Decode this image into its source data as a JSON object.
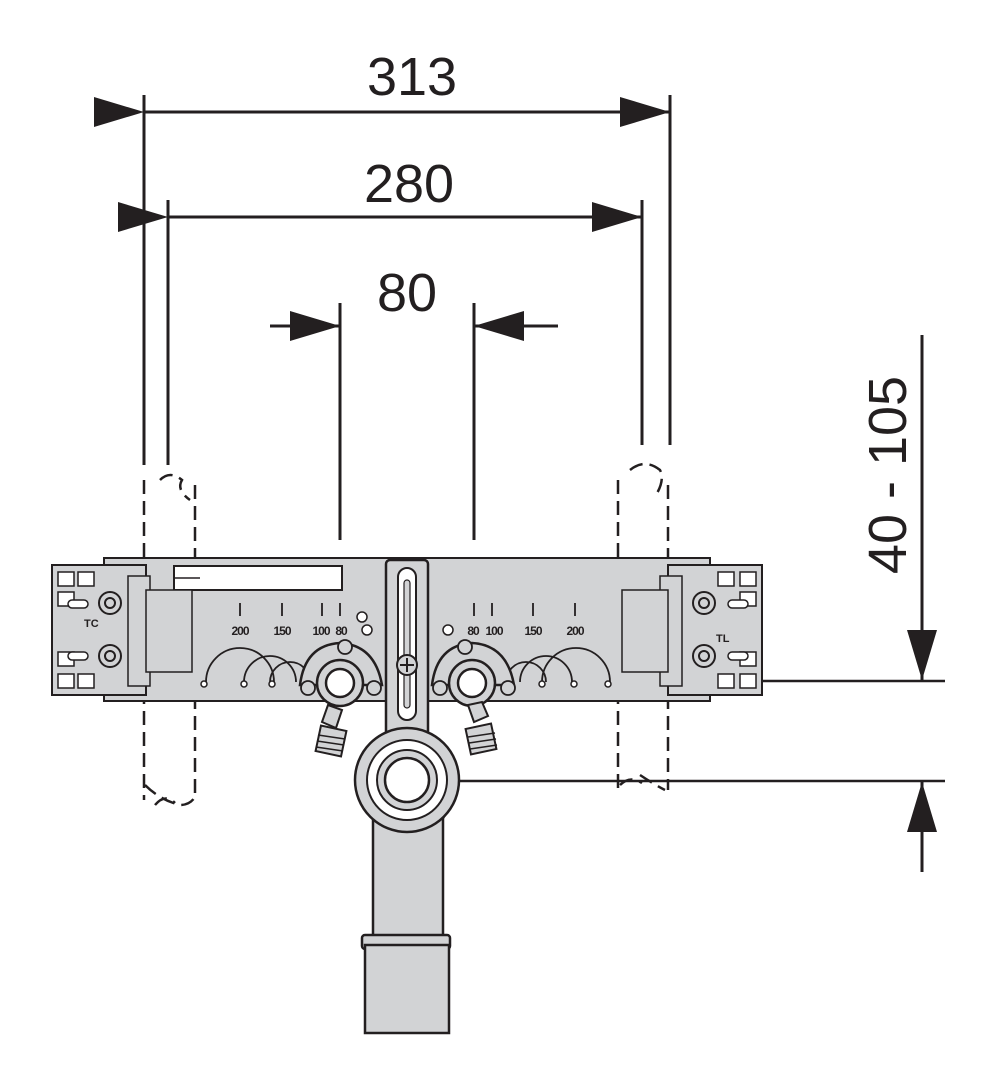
{
  "dimensions": {
    "outer_width": "313",
    "inner_width": "280",
    "center_spacing": "80",
    "depth_range": "40 - 105"
  },
  "scale_left": [
    "200",
    "150",
    "100",
    "80"
  ],
  "scale_right": [
    "80",
    "100",
    "150",
    "200"
  ],
  "markings": {
    "left_code": "TC",
    "right_code": "TL"
  },
  "colors": {
    "line": "#231f20",
    "panel_fill": "#d2d3d5",
    "white": "#ffffff"
  }
}
